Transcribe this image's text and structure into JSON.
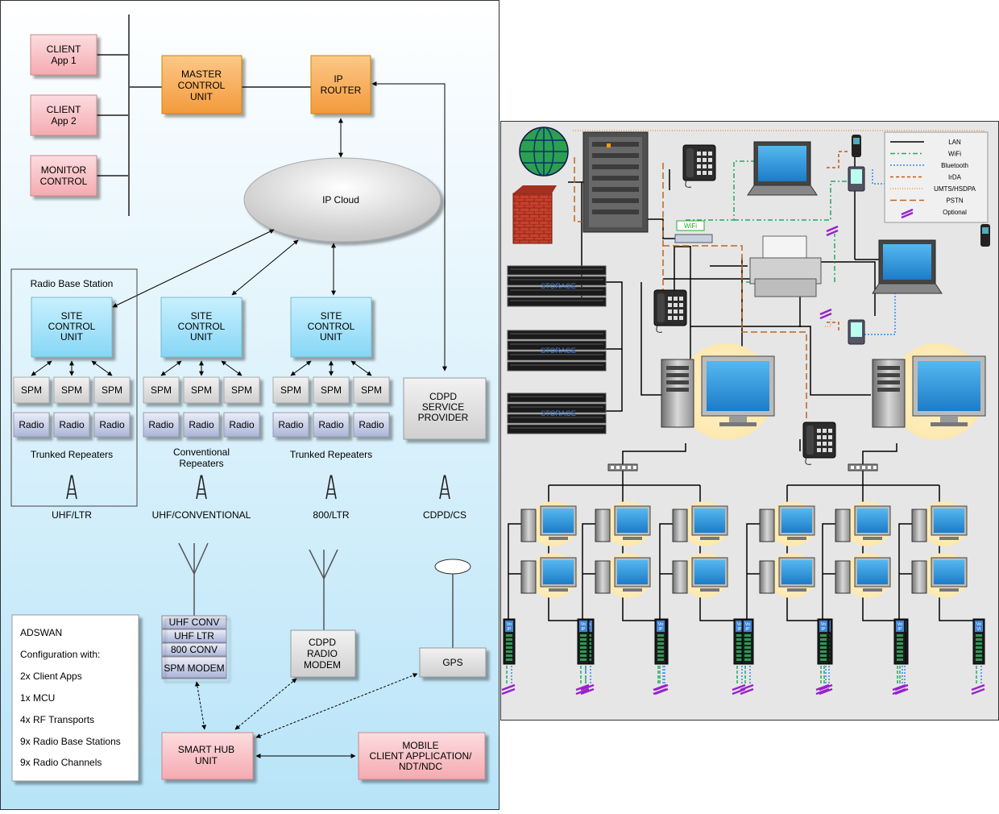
{
  "left": {
    "client1": [
      "CLIENT",
      "App 1"
    ],
    "client2": [
      "CLIENT",
      "App 2"
    ],
    "monitor": [
      "MONITOR",
      "CONTROL"
    ],
    "mcu": [
      "MASTER",
      "CONTROL",
      "UNIT"
    ],
    "router": [
      "IP",
      "ROUTER"
    ],
    "cloud": "IP Cloud",
    "rbs_label": "Radio Base Station",
    "scu": [
      "SITE",
      "CONTROL",
      "UNIT"
    ],
    "spm": "SPM",
    "radio": "Radio",
    "cdpd_sp": [
      "CDPD",
      "SERVICE",
      "PROVIDER"
    ],
    "groups": [
      {
        "name": [
          "Trunked  Repeaters"
        ],
        "band": "UHF/LTR"
      },
      {
        "name": [
          "Conventional",
          "Repeaters"
        ],
        "band": "UHF/CONVENTIONAL"
      },
      {
        "name": [
          "Trunked Repeaters"
        ],
        "band": "800/LTR"
      },
      {
        "name": [],
        "band": "CDPD/CS"
      }
    ],
    "info": [
      "ADSWAN",
      "Configuration with:",
      "2x Client Apps",
      "1x MCU",
      "4x RF Transports",
      "9x Radio Base Stations",
      "9x Radio Channels"
    ],
    "stack": [
      "UHF CONV",
      "UHF LTR",
      "800 CONV",
      "SPM MODEM"
    ],
    "cdpd_modem": [
      "CDPD",
      "RADIO",
      "MODEM"
    ],
    "gps": "GPS",
    "hub": [
      "SMART HUB",
      "UNIT"
    ],
    "mobile": [
      "MOBILE",
      "CLIENT APPLICATION/",
      "NDT/NDC"
    ]
  },
  "right": {
    "wifi_label": "WiFi",
    "storage_label": "STORAGE",
    "voip_label": [
      "Vo",
      "IP"
    ],
    "voip_alt_label": [
      "Vo",
      "VI"
    ],
    "legend": [
      {
        "label": "LAN",
        "color": "#000000",
        "dash": ""
      },
      {
        "label": "WiFi",
        "color": "#22aa66",
        "dash": "6,3,2,3"
      },
      {
        "label": "Bluetooth",
        "color": "#3388ee",
        "dash": "2,2"
      },
      {
        "label": "IrDA",
        "color": "#cc5511",
        "dash": "4,3"
      },
      {
        "label": "UMTS/HSDPA",
        "color": "#ee9944",
        "dash": "1,2"
      },
      {
        "label": "PSTN",
        "color": "#bb6622",
        "dash": "8,4"
      },
      {
        "label": "Optional",
        "color": "#9922cc",
        "dash": ""
      }
    ]
  },
  "colors": {
    "pink": "#f6c2c6",
    "orange": "#f8b060",
    "cyan": "#a8e4fa",
    "gray": "#dcdcdc",
    "panel_bg": "#e6e6e6"
  }
}
